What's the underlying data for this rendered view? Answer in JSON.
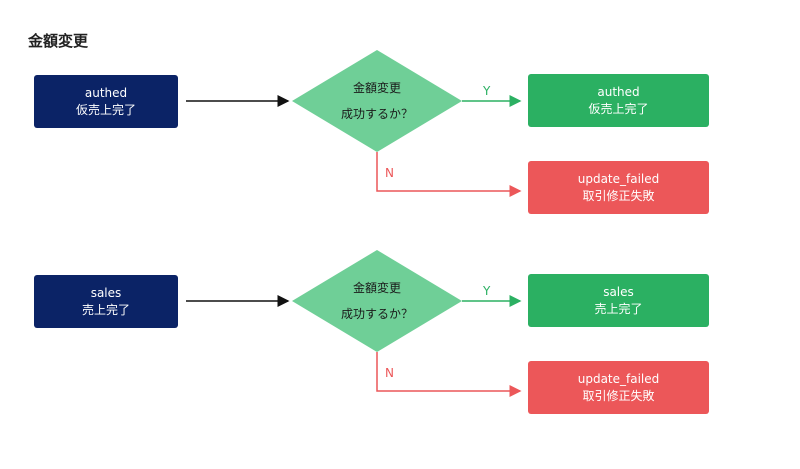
{
  "title": "金額変更",
  "flows": [
    {
      "start": {
        "line1": "authed",
        "line2": "仮売上完了"
      },
      "decision": {
        "line1": "金額変更",
        "line2": "成功するか？"
      },
      "yes_label": "Y",
      "no_label": "N",
      "success": {
        "line1": "authed",
        "line2": "仮売上完了"
      },
      "failure": {
        "line1": "update_failed",
        "line2": "取引修正失敗"
      }
    },
    {
      "start": {
        "line1": "sales",
        "line2": "売上完了"
      },
      "decision": {
        "line1": "金額変更",
        "line2": "成功するか？"
      },
      "yes_label": "Y",
      "no_label": "N",
      "success": {
        "line1": "sales",
        "line2": "売上完了"
      },
      "failure": {
        "line1": "update_failed",
        "line2": "取引修正失敗"
      }
    }
  ],
  "colors": {
    "start_box": "#0b2366",
    "decision": "#6fcf97",
    "success_box": "#2bb062",
    "failure_box": "#ec5759",
    "yes_edge": "#2bb062",
    "no_edge": "#ec5759"
  }
}
